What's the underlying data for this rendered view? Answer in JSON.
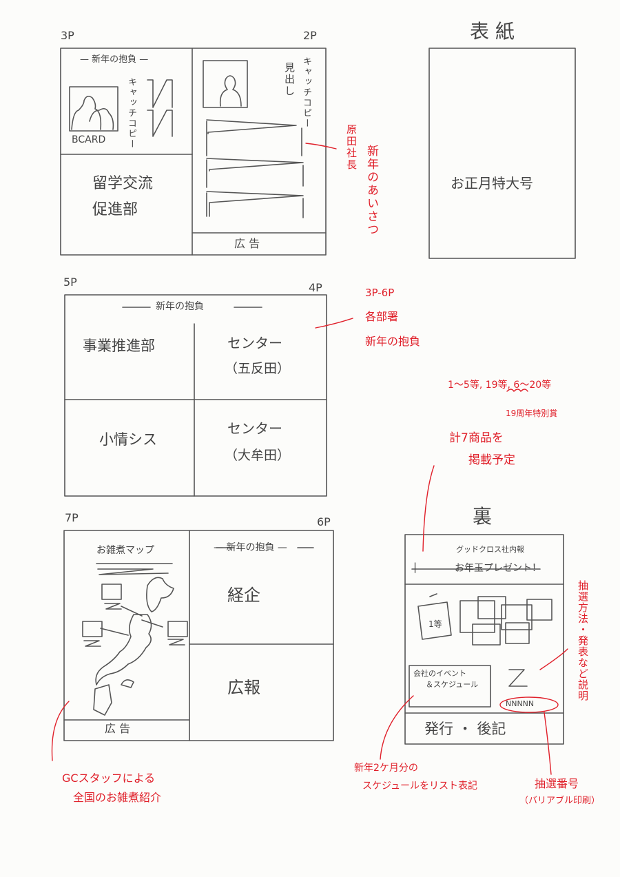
{
  "pages": {
    "p3": "3P",
    "p2": "2P",
    "p5": "5P",
    "p4": "4P",
    "p7": "7P",
    "p6": "6P",
    "cover": "表 紙",
    "back": "裏"
  },
  "spread_2_3": {
    "header": "— 新年の抱負 —",
    "bcard": "BCARD",
    "catch_left": "キャッチコピー",
    "dept": [
      "留学交流",
      "促進部"
    ],
    "catch_right": "キャッチコピー",
    "midashi": "見出し",
    "ad": "広 告"
  },
  "cover": {
    "title": "お正月特大号"
  },
  "spread_4_5": {
    "header": "新年の抱負",
    "cells": [
      "事業推進部",
      "センター",
      "（五反田）",
      "小情シス",
      "センター",
      "（大牟田）"
    ]
  },
  "spread_6_7": {
    "map_title": "お雑煮マップ",
    "ad": "広 告",
    "header": "— 新年の抱負 —",
    "cells": [
      "経企",
      "広報"
    ]
  },
  "back": {
    "newsletter": "グッドクロス社内報",
    "present": "お年玉プレゼント！",
    "prize_tag": "1等",
    "event_box": [
      "会社のイベント",
      "＆スケジュール"
    ],
    "footer": "発行 ・ 後記",
    "lottery_placeholder": "NNNNN"
  },
  "annotations": {
    "president_name": "原田社長",
    "greeting": "新年のあいさつ",
    "dept_resolutions": [
      "3P-6P",
      "各部署",
      "新年の抱負"
    ],
    "prize_ranks": "1〜5等, 19等, 6〜20等",
    "anniversary": "19周年特別賞",
    "products": [
      "計7商品を",
      "掲載予定"
    ],
    "method": "抽選方法・発表など説明",
    "gc_staff": [
      "GCスタッフによる",
      "全国のお雑煮紹介"
    ],
    "schedule_list": [
      "新年2ケ月分の",
      "スケジュールをリスト表記"
    ],
    "lottery_no": [
      "抽選番号",
      "（バリアブル印刷）"
    ]
  }
}
